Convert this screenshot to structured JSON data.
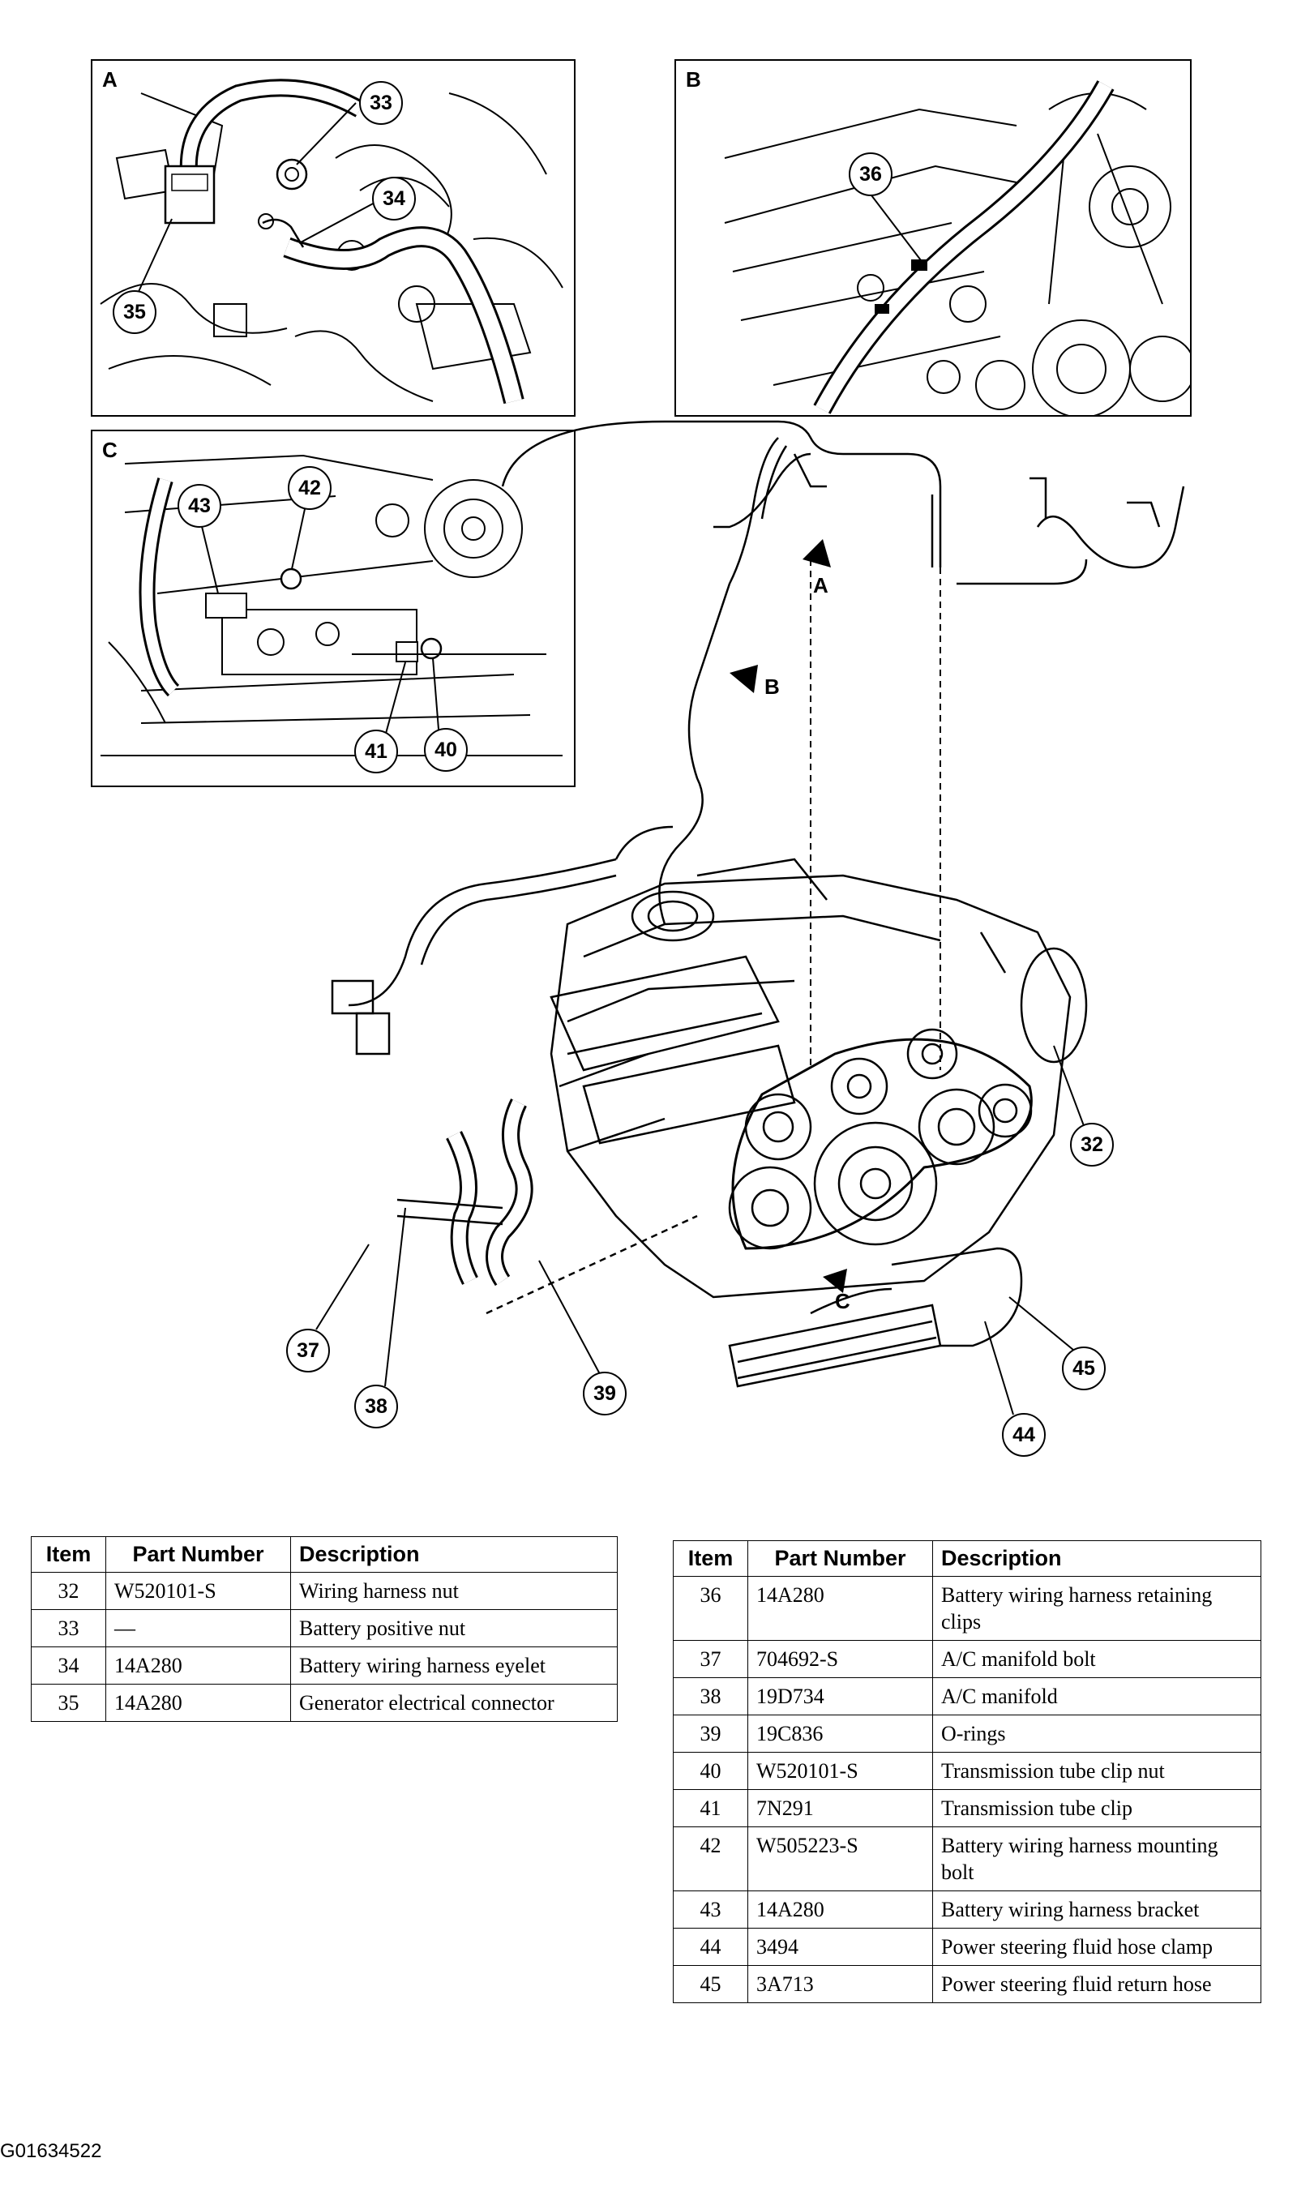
{
  "detail_views": {
    "a": {
      "letter": "A",
      "callouts": [
        "33",
        "34",
        "35"
      ]
    },
    "b": {
      "letter": "B",
      "callouts": [
        "36"
      ]
    },
    "c": {
      "letter": "C",
      "callouts": [
        "43",
        "42",
        "41",
        "40"
      ]
    }
  },
  "main_view": {
    "arrows": [
      "A",
      "B",
      "C"
    ],
    "callouts": [
      "32",
      "37",
      "38",
      "39",
      "44",
      "45"
    ]
  },
  "table_left": {
    "headers": [
      "Item",
      "Part Number",
      "Description"
    ],
    "rows": [
      [
        "32",
        "W520101-S",
        "Wiring harness nut"
      ],
      [
        "33",
        "—",
        "Battery positive nut"
      ],
      [
        "34",
        "14A280",
        "Battery wiring harness eyelet"
      ],
      [
        "35",
        "14A280",
        "Generator electrical connector"
      ]
    ]
  },
  "table_right": {
    "headers": [
      "Item",
      "Part Number",
      "Description"
    ],
    "rows": [
      [
        "36",
        "14A280",
        "Battery wiring harness retaining clips"
      ],
      [
        "37",
        "704692-S",
        "A/C manifold bolt"
      ],
      [
        "38",
        "19D734",
        "A/C manifold"
      ],
      [
        "39",
        "19C836",
        "O-rings"
      ],
      [
        "40",
        "W520101-S",
        "Transmission tube clip nut"
      ],
      [
        "41",
        "7N291",
        "Transmission tube clip"
      ],
      [
        "42",
        "W505223-S",
        "Battery wiring harness mounting bolt"
      ],
      [
        "43",
        "14A280",
        "Battery wiring harness bracket"
      ],
      [
        "44",
        "3494",
        "Power steering fluid hose clamp"
      ],
      [
        "45",
        "3A713",
        "Power steering fluid return hose"
      ]
    ]
  },
  "figure_id": "G01634522"
}
